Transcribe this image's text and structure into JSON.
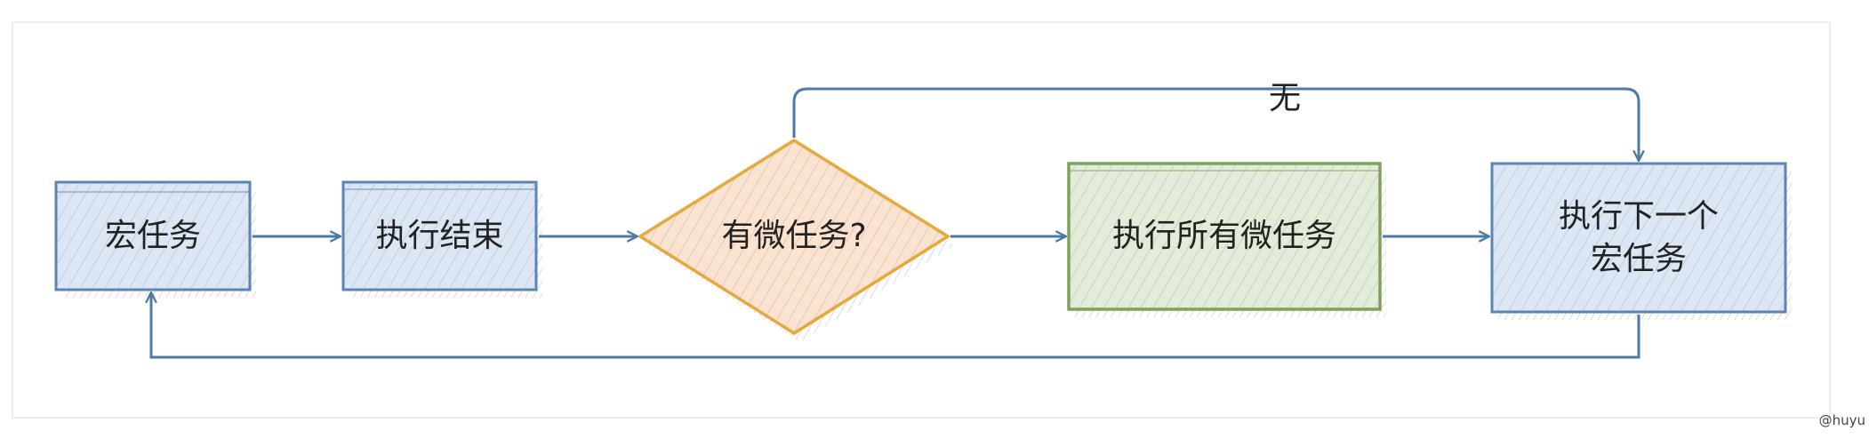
{
  "nodes": {
    "macro_task": "宏任务",
    "execution_end": "执行结束",
    "has_micro_task": "有微任务?",
    "run_all_micro": "执行所有微任务",
    "next_macro_line1": "执行下一个",
    "next_macro_line2": "宏任务"
  },
  "edges": {
    "no_label": "无"
  },
  "watermark": "@huyu",
  "colors": {
    "blue_stroke": "#5b84b5",
    "blue_fill": "#dce6f4",
    "orange_stroke": "#e8a93a",
    "orange_fill": "#fbe3cf",
    "green_stroke": "#7ea25e",
    "green_fill": "#e3ecd9",
    "edge": "#4f7aa6"
  }
}
